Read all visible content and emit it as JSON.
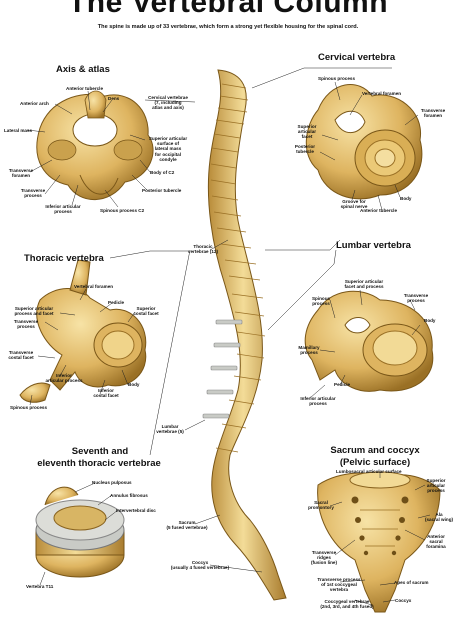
{
  "title": "The Vertebral Column",
  "subtitle": "The spine is made up of 33 vertebrae, which form a strong yet flexible housing for the spinal cord.",
  "sections": {
    "axis_atlas": "Axis & atlas",
    "cervical": "Cervical vertebra",
    "thoracic": "Thoracic vertebra",
    "lumbar": "Lumbar vertebra",
    "seventh_eleventh_1": "Seventh and",
    "seventh_eleventh_2": "eleventh thoracic vertebrae",
    "sacrum_1": "Sacrum and coccyx",
    "sacrum_2": "(Pelvic surface)"
  },
  "labels": {
    "axis": {
      "anterior_tubercle": "Anterior tubercle",
      "dens": "Dens",
      "anterior_arch": "Anterior arch",
      "lateral_mass": "Lateral mass",
      "transverse_foramen_1": "Transverse",
      "transverse_foramen_2": "foramen",
      "transverse_process_1": "Transverse",
      "transverse_process_2": "process",
      "inferior_articular_1": "Inferior articular",
      "inferior_articular_2": "process",
      "spinous_process_c2": "Spinous process C2",
      "posterior_tubercle": "Posterior tubercle",
      "body_c2": "Body of C2",
      "superior_articular_1": "Superior articular",
      "superior_articular_2": "surface of",
      "superior_articular_3": "lateral mass",
      "superior_articular_4": "for occipital",
      "superior_articular_5": "condyle"
    },
    "spine": {
      "cervical_1": "Cervical vertebrae",
      "cervical_2": "(7, including",
      "cervical_3": "atlas and axis)",
      "thoracic_1": "Thoracic",
      "thoracic_2": "vertebrae (12)",
      "lumbar_1": "Lumbar",
      "lumbar_2": "vertebrae (5)",
      "sacrum_1": "Sacrum",
      "sacrum_2": "(5 fused vertebrae)",
      "coccyx_1": "Coccyx",
      "coccyx_2": "(usually 4 fused vertebrae)"
    },
    "cervical": {
      "spinous_process": "Spinous process",
      "vertebral_foramen": "Vertebral foramen",
      "transverse_foramen_1": "Transverse",
      "transverse_foramen_2": "foramen",
      "superior_articular_1": "Superior",
      "superior_articular_2": "articular",
      "superior_articular_3": "facet",
      "posterior_tubercle_1": "Posterior",
      "posterior_tubercle_2": "tubercle",
      "body": "Body",
      "groove_1": "Groove for",
      "groove_2": "spinal nerve",
      "anterior_tubercle": "Anterior tubercle"
    },
    "thoracic": {
      "vertebral_foramen": "Vertebral foramen",
      "superior_articular_1": "Superior articular",
      "superior_articular_2": "process and facet",
      "pedicle": "Pedicle",
      "superior_costal_1": "Superior",
      "superior_costal_2": "costal facet",
      "transverse_1": "Transverse",
      "transverse_2": "process",
      "transverse_costal_1": "Transverse",
      "transverse_costal_2": "costal facet",
      "inferior_articular_1": "Inferior",
      "inferior_articular_2": "articular process",
      "body": "Body",
      "inferior_costal_1": "Inferior",
      "inferior_costal_2": "costal facet",
      "spinous_process": "Spinous process"
    },
    "lumbar": {
      "superior_articular_1": "Superior articular",
      "superior_articular_2": "facet and process",
      "transverse_1": "Transverse",
      "transverse_2": "process",
      "spinous_1": "Spinous",
      "spinous_2": "process",
      "body": "Body",
      "mamillary_1": "Mamillary",
      "mamillary_2": "process",
      "pedicle": "Pedicle",
      "inferior_articular_1": "Inferior articular",
      "inferior_articular_2": "process"
    },
    "disc": {
      "nucleus": "Nucleus pulposus",
      "annulus": "Annulus fibrosus",
      "disc": "Intervertebral disc",
      "t11": "Vertebra T11"
    },
    "sacrum": {
      "lumbosacral": "Lumbosacral articular surface",
      "superior_articular_1": "Superior",
      "superior_articular_2": "articular",
      "superior_articular_3": "process",
      "promontory_1": "Sacral",
      "promontory_2": "promontory",
      "ala_1": "Ala",
      "ala_2": "(sacral wing)",
      "ridges_1": "Transverse",
      "ridges_2": "ridges",
      "ridges_3": "(fusion line)",
      "foramina_1": "Anterior",
      "foramina_2": "sacral",
      "foramina_3": "foramina",
      "transverse_coccygeal_1": "Transverse process",
      "transverse_coccygeal_2": "of 1st coccygeal",
      "transverse_coccygeal_3": "vertebra",
      "apex": "Apex of sacrum",
      "coccygeal_1": "Coccygeal vertebrae",
      "coccygeal_2": "(2nd, 3rd, and 4th fused)",
      "coccyx": "Coccyx"
    }
  },
  "colors": {
    "bone_light": "#f1d68c",
    "bone_mid": "#d9ae55",
    "bone_dark": "#8a6420",
    "disc": "#c9cbc6",
    "line": "#222222"
  }
}
